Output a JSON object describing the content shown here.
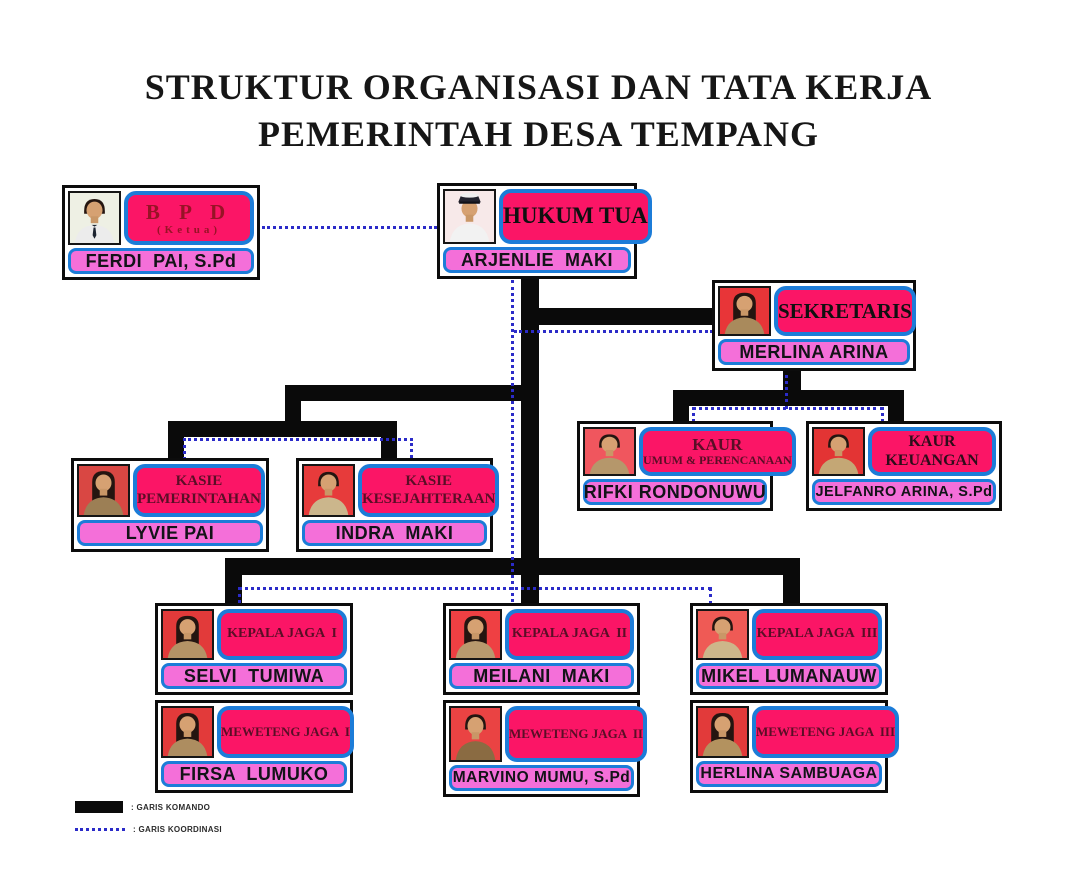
{
  "title": {
    "line1": "STRUKTUR ORGANISASI DAN TATA KERJA",
    "line2": "PEMERINTAH DESA TEMPANG"
  },
  "palette": {
    "pink": "#fb1566",
    "orchid": "#f46fd9",
    "blue": "#1c7cd8",
    "ink": "#0a0a0a",
    "koord": "#2b2bc8",
    "paper": "#ffffff"
  },
  "nodes": [
    {
      "id": "bpd",
      "title": "B P D",
      "subtitle": "(Ketua)",
      "name": "FERDI  PAI, S.Pd",
      "title_color": "#971326",
      "photo": {
        "bg": "#eef0e4",
        "shirt": "#ececec",
        "hair": "short",
        "tie": true
      }
    },
    {
      "id": "hukum-tua",
      "title": "HUKUM TUA",
      "subtitle": "",
      "name": "ARJENLIE  MAKI",
      "title_color": "#101010",
      "photo": {
        "bg": "#f7e9e9",
        "shirt": "#f2f2f2",
        "hair": "short",
        "cap": true
      }
    },
    {
      "id": "sekretaris",
      "title": "SEKRETARIS",
      "subtitle": "",
      "name": "MERLINA ARINA",
      "title_color": "#101010",
      "photo": {
        "bg": "#e83538",
        "shirt": "#a98a5c",
        "hair": "long"
      }
    },
    {
      "id": "kaur-umum-perencanaan",
      "title": "KAUR",
      "subtitle": "UMUM & PERENCANAAN",
      "name": "RIFKI RONDONUWU",
      "title_color": "#5a0e26",
      "photo": {
        "bg": "#f0565e",
        "shirt": "#b5976b",
        "hair": "short"
      }
    },
    {
      "id": "kaur-keuangan",
      "title": "KAUR",
      "subtitle": "KEUANGAN",
      "name": "JELFANRO ARINA, S.Pd",
      "title_color": "#2d0d1a",
      "photo": {
        "bg": "#e33434",
        "shirt": "#c4a775",
        "hair": "short"
      }
    },
    {
      "id": "kasie-pemerintahan",
      "title": "KASIE",
      "subtitle": "PEMERINTAHAN",
      "name": "LYVIE PAI",
      "title_color": "#5a0e26",
      "photo": {
        "bg": "#d94743",
        "shirt": "#9c7f55",
        "hair": "long"
      }
    },
    {
      "id": "kasie-kesejahteraan",
      "title": "KASIE",
      "subtitle": "KESEJAHTERAAN",
      "name": "INDRA  MAKI",
      "title_color": "#5a0e26",
      "photo": {
        "bg": "#e73b3b",
        "shirt": "#cbb68c",
        "hair": "short"
      }
    },
    {
      "id": "kepala-jaga-1",
      "title": "KEPALA JAGA  I",
      "subtitle": "",
      "name": "SELVI  TUMIWA",
      "title_color": "#5a0e26",
      "photo": {
        "bg": "#e23a3a",
        "shirt": "#b49366",
        "hair": "long"
      }
    },
    {
      "id": "kepala-jaga-2",
      "title": "KEPALA JAGA  II",
      "subtitle": "",
      "name": "MEILANI  MAKI",
      "title_color": "#5a0e26",
      "photo": {
        "bg": "#ef4043",
        "shirt": "#b89a6e",
        "hair": "long"
      }
    },
    {
      "id": "kepala-jaga-3",
      "title": "KEPALA JAGA  III",
      "subtitle": "",
      "name": "MIKEL LUMANAUW",
      "title_color": "#5a0e26",
      "photo": {
        "bg": "#ef5a55",
        "shirt": "#cdb68a",
        "hair": "short"
      }
    },
    {
      "id": "meweteng-jaga-1",
      "title": "MEWETENG JAGA  I",
      "subtitle": "",
      "name": "FIRSA  LUMUKO",
      "title_color": "#5a0e26",
      "photo": {
        "bg": "#e23a3a",
        "shirt": "#ad8d60",
        "hair": "long"
      }
    },
    {
      "id": "meweteng-jaga-2",
      "title": "MEWETENG JAGA  II",
      "subtitle": "",
      "name": "MARVINO MUMU, S.Pd",
      "title_color": "#5a0e26",
      "photo": {
        "bg": "#ea4343",
        "shirt": "#8a6b42",
        "hair": "short"
      }
    },
    {
      "id": "meweteng-jaga-3",
      "title": "MEWETENG JAGA  III",
      "subtitle": "",
      "name": "HERLINA SAMBUAGA",
      "title_color": "#5a0e26",
      "photo": {
        "bg": "#e23a3a",
        "shirt": "#b3925f",
        "hair": "long"
      }
    }
  ],
  "legend": {
    "komando": ": GARIS KOMANDO",
    "koordinasi": ": GARIS KOORDINASI"
  }
}
